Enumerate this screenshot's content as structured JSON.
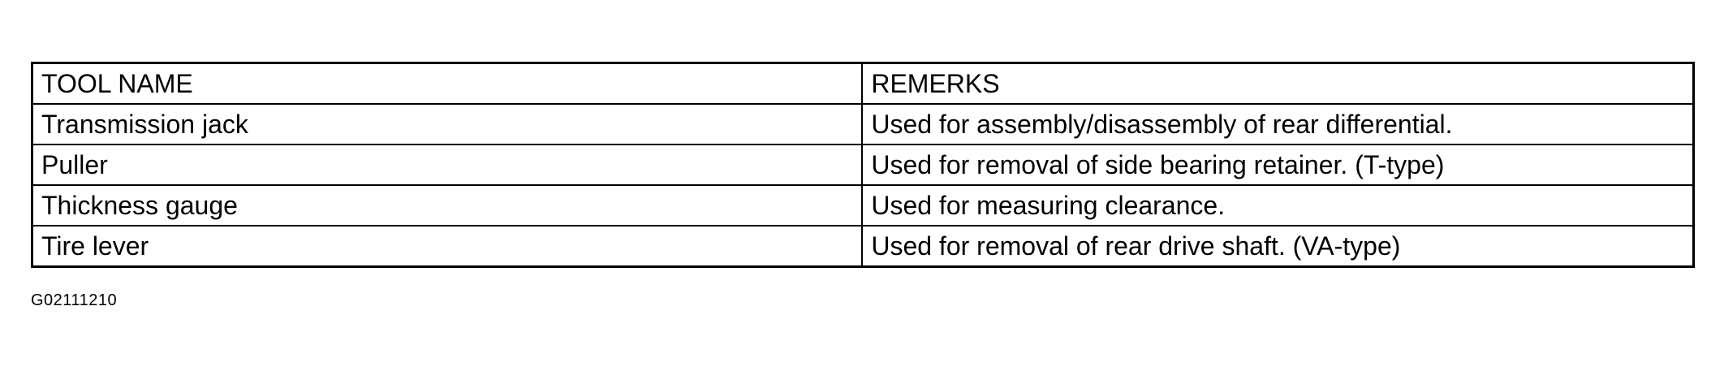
{
  "table": {
    "headers": [
      "TOOL NAME",
      "REMERKS"
    ],
    "rows": [
      [
        "Transmission jack",
        "Used for assembly/disassembly of rear differential."
      ],
      [
        "Puller",
        "Used for removal of side bearing retainer. (T-type)"
      ],
      [
        "Thickness gauge",
        "Used for measuring clearance."
      ],
      [
        "Tire lever",
        "Used for removal of rear drive shaft. (VA-type)"
      ]
    ]
  },
  "figure_id": "G02111210"
}
